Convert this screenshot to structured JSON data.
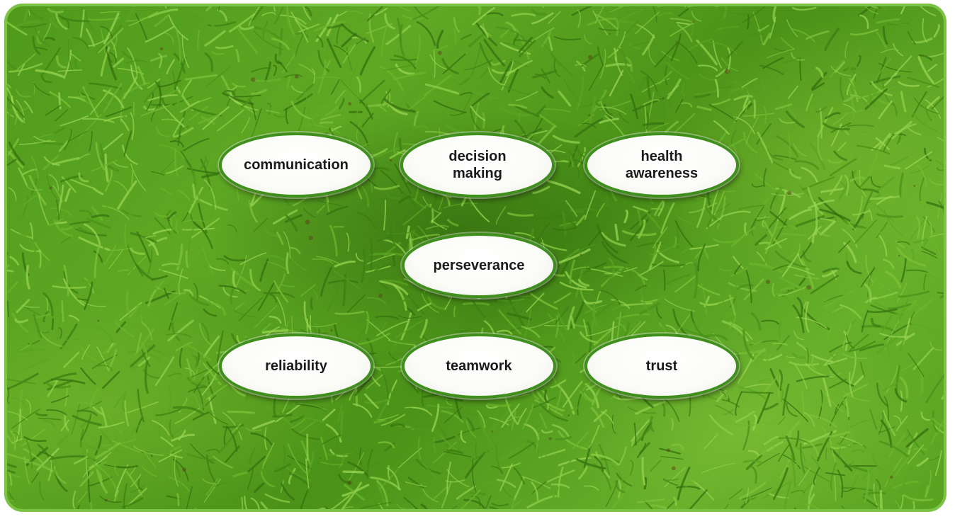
{
  "colors": {
    "frame_border": "#7cc244",
    "oval_border": "#3f8f1c",
    "oval_fill": "#ffffff",
    "text": "#1a1a1a",
    "grass": "#5ea823"
  },
  "background": {
    "image": "green-grass-texture"
  },
  "ovals": {
    "communication": "communication",
    "decision_making": "decision\nmaking",
    "health_awareness": "health\nawareness",
    "perseverance": "perseverance",
    "reliability": "reliability",
    "teamwork": "teamwork",
    "trust": "trust"
  }
}
